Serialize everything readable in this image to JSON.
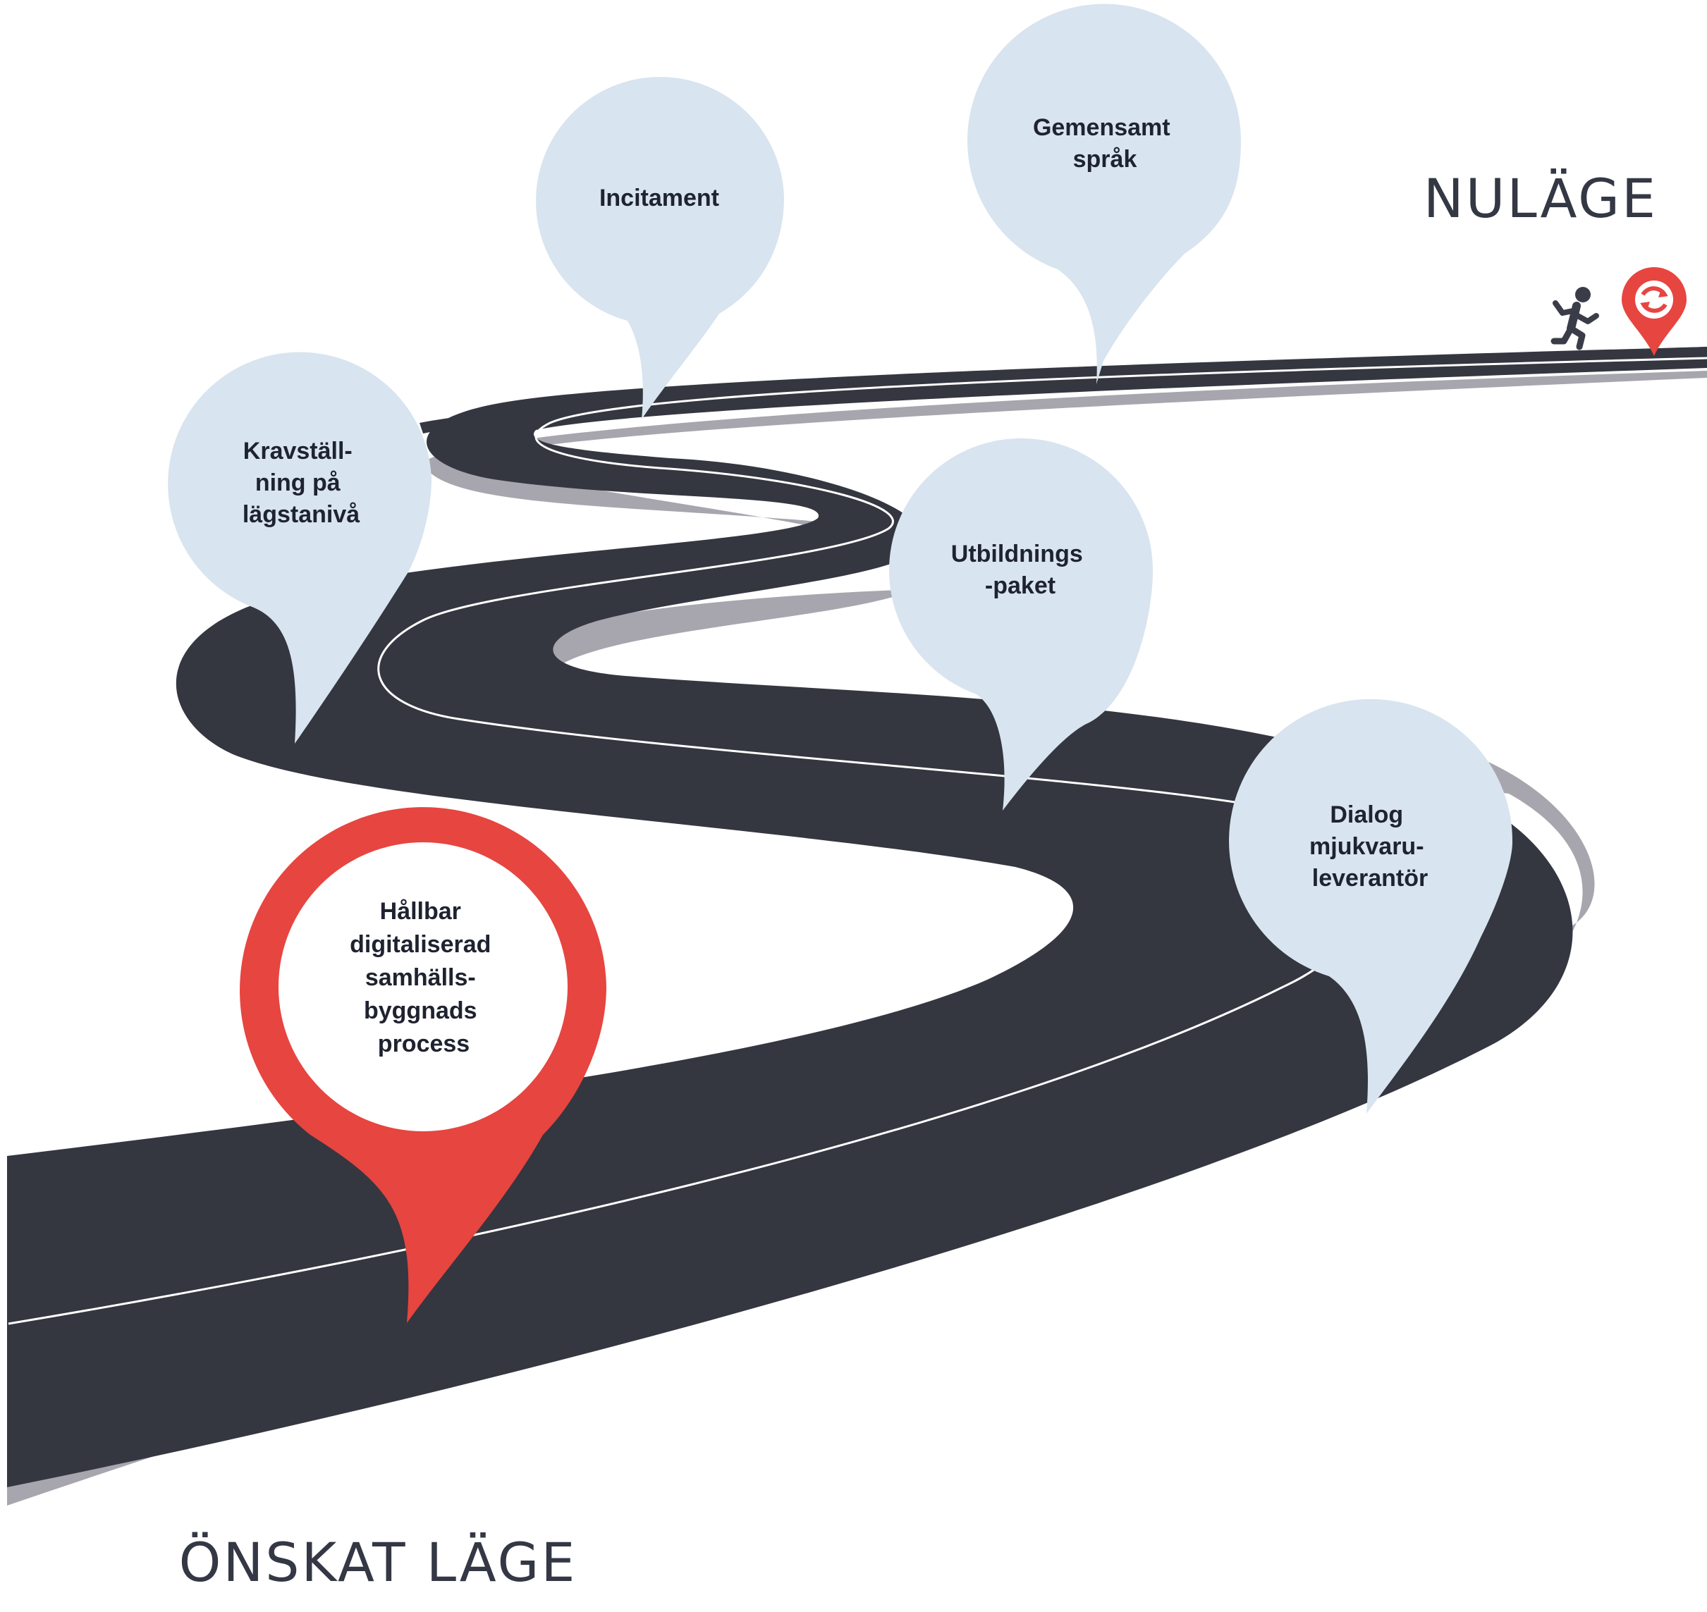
{
  "labels": {
    "current_state": "NULÄGE",
    "desired_state": "ÖNSKAT LÄGE"
  },
  "milestones": [
    {
      "id": "gemensamt",
      "lines": [
        "Gemensamt",
        "språk"
      ]
    },
    {
      "id": "incitament",
      "lines": [
        "Incitament"
      ]
    },
    {
      "id": "kravstallning",
      "lines": [
        "Kravställ-",
        "ning på",
        "lägstanivå"
      ]
    },
    {
      "id": "utbildning",
      "lines": [
        "Utbildnings",
        "-paket"
      ]
    },
    {
      "id": "dialog",
      "lines": [
        "Dialog",
        "mjukvaru-",
        "leverantör"
      ]
    }
  ],
  "goal": {
    "lines": [
      "Hållbar",
      "digitaliserad",
      "samhälls-",
      "byggnads",
      "process"
    ]
  },
  "colors": {
    "road": "#343640",
    "road_shadow": "#a7a6ae",
    "lane": "#ffffff",
    "pin_fill": "#d8e4ef",
    "goal_red": "#e74540",
    "text_dark": "#1f2330"
  },
  "icons": [
    "running-person-icon",
    "location-pin-icon"
  ]
}
